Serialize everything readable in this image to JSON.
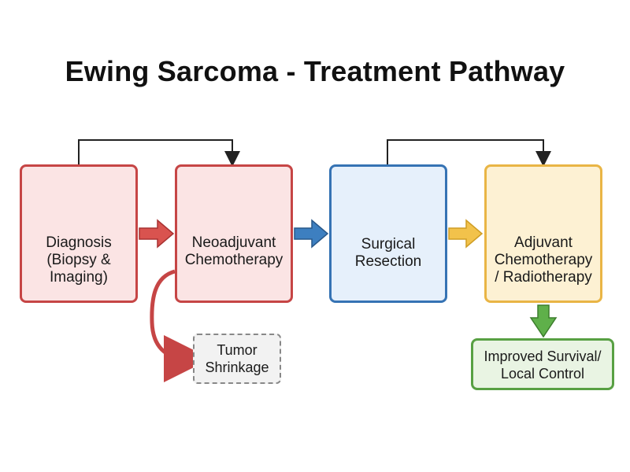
{
  "title": "Ewing Sarcoma - Treatment Pathway",
  "steps": [
    {
      "lines": [
        "Diagnosis",
        "(Biopsy &",
        "Imaging)"
      ]
    },
    {
      "lines": [
        "Neoadjuvant",
        "Chemotherapy"
      ]
    },
    {
      "lines": [
        "Surgical",
        "Resection"
      ]
    },
    {
      "lines": [
        "Adjuvant",
        "Chemotherapy",
        "/ Radiotherapy"
      ]
    }
  ],
  "side_outcome": {
    "lines": [
      "Tumor",
      "Shrinkage"
    ]
  },
  "final_outcome": {
    "lines": [
      "Improved Survival/",
      "Local Control"
    ]
  },
  "colors": {
    "diagnosis": "#c64545",
    "chemo": "#c64545",
    "surgery": "#3673b4",
    "adjuvant": "#e9b545",
    "outcome": "#58a043"
  },
  "icons": {
    "diagnosis": [
      "bone-icon",
      "tumor-icon",
      "magnifier-icon"
    ],
    "neoadjuvant": [
      "syringe-icon",
      "pill-bottle-icon",
      "capsule-icon"
    ],
    "surgery": [
      "scalpel-icon",
      "resected-bone-icon"
    ],
    "adjuvant": [
      "radiation-icon",
      "iv-bag-icon"
    ]
  }
}
